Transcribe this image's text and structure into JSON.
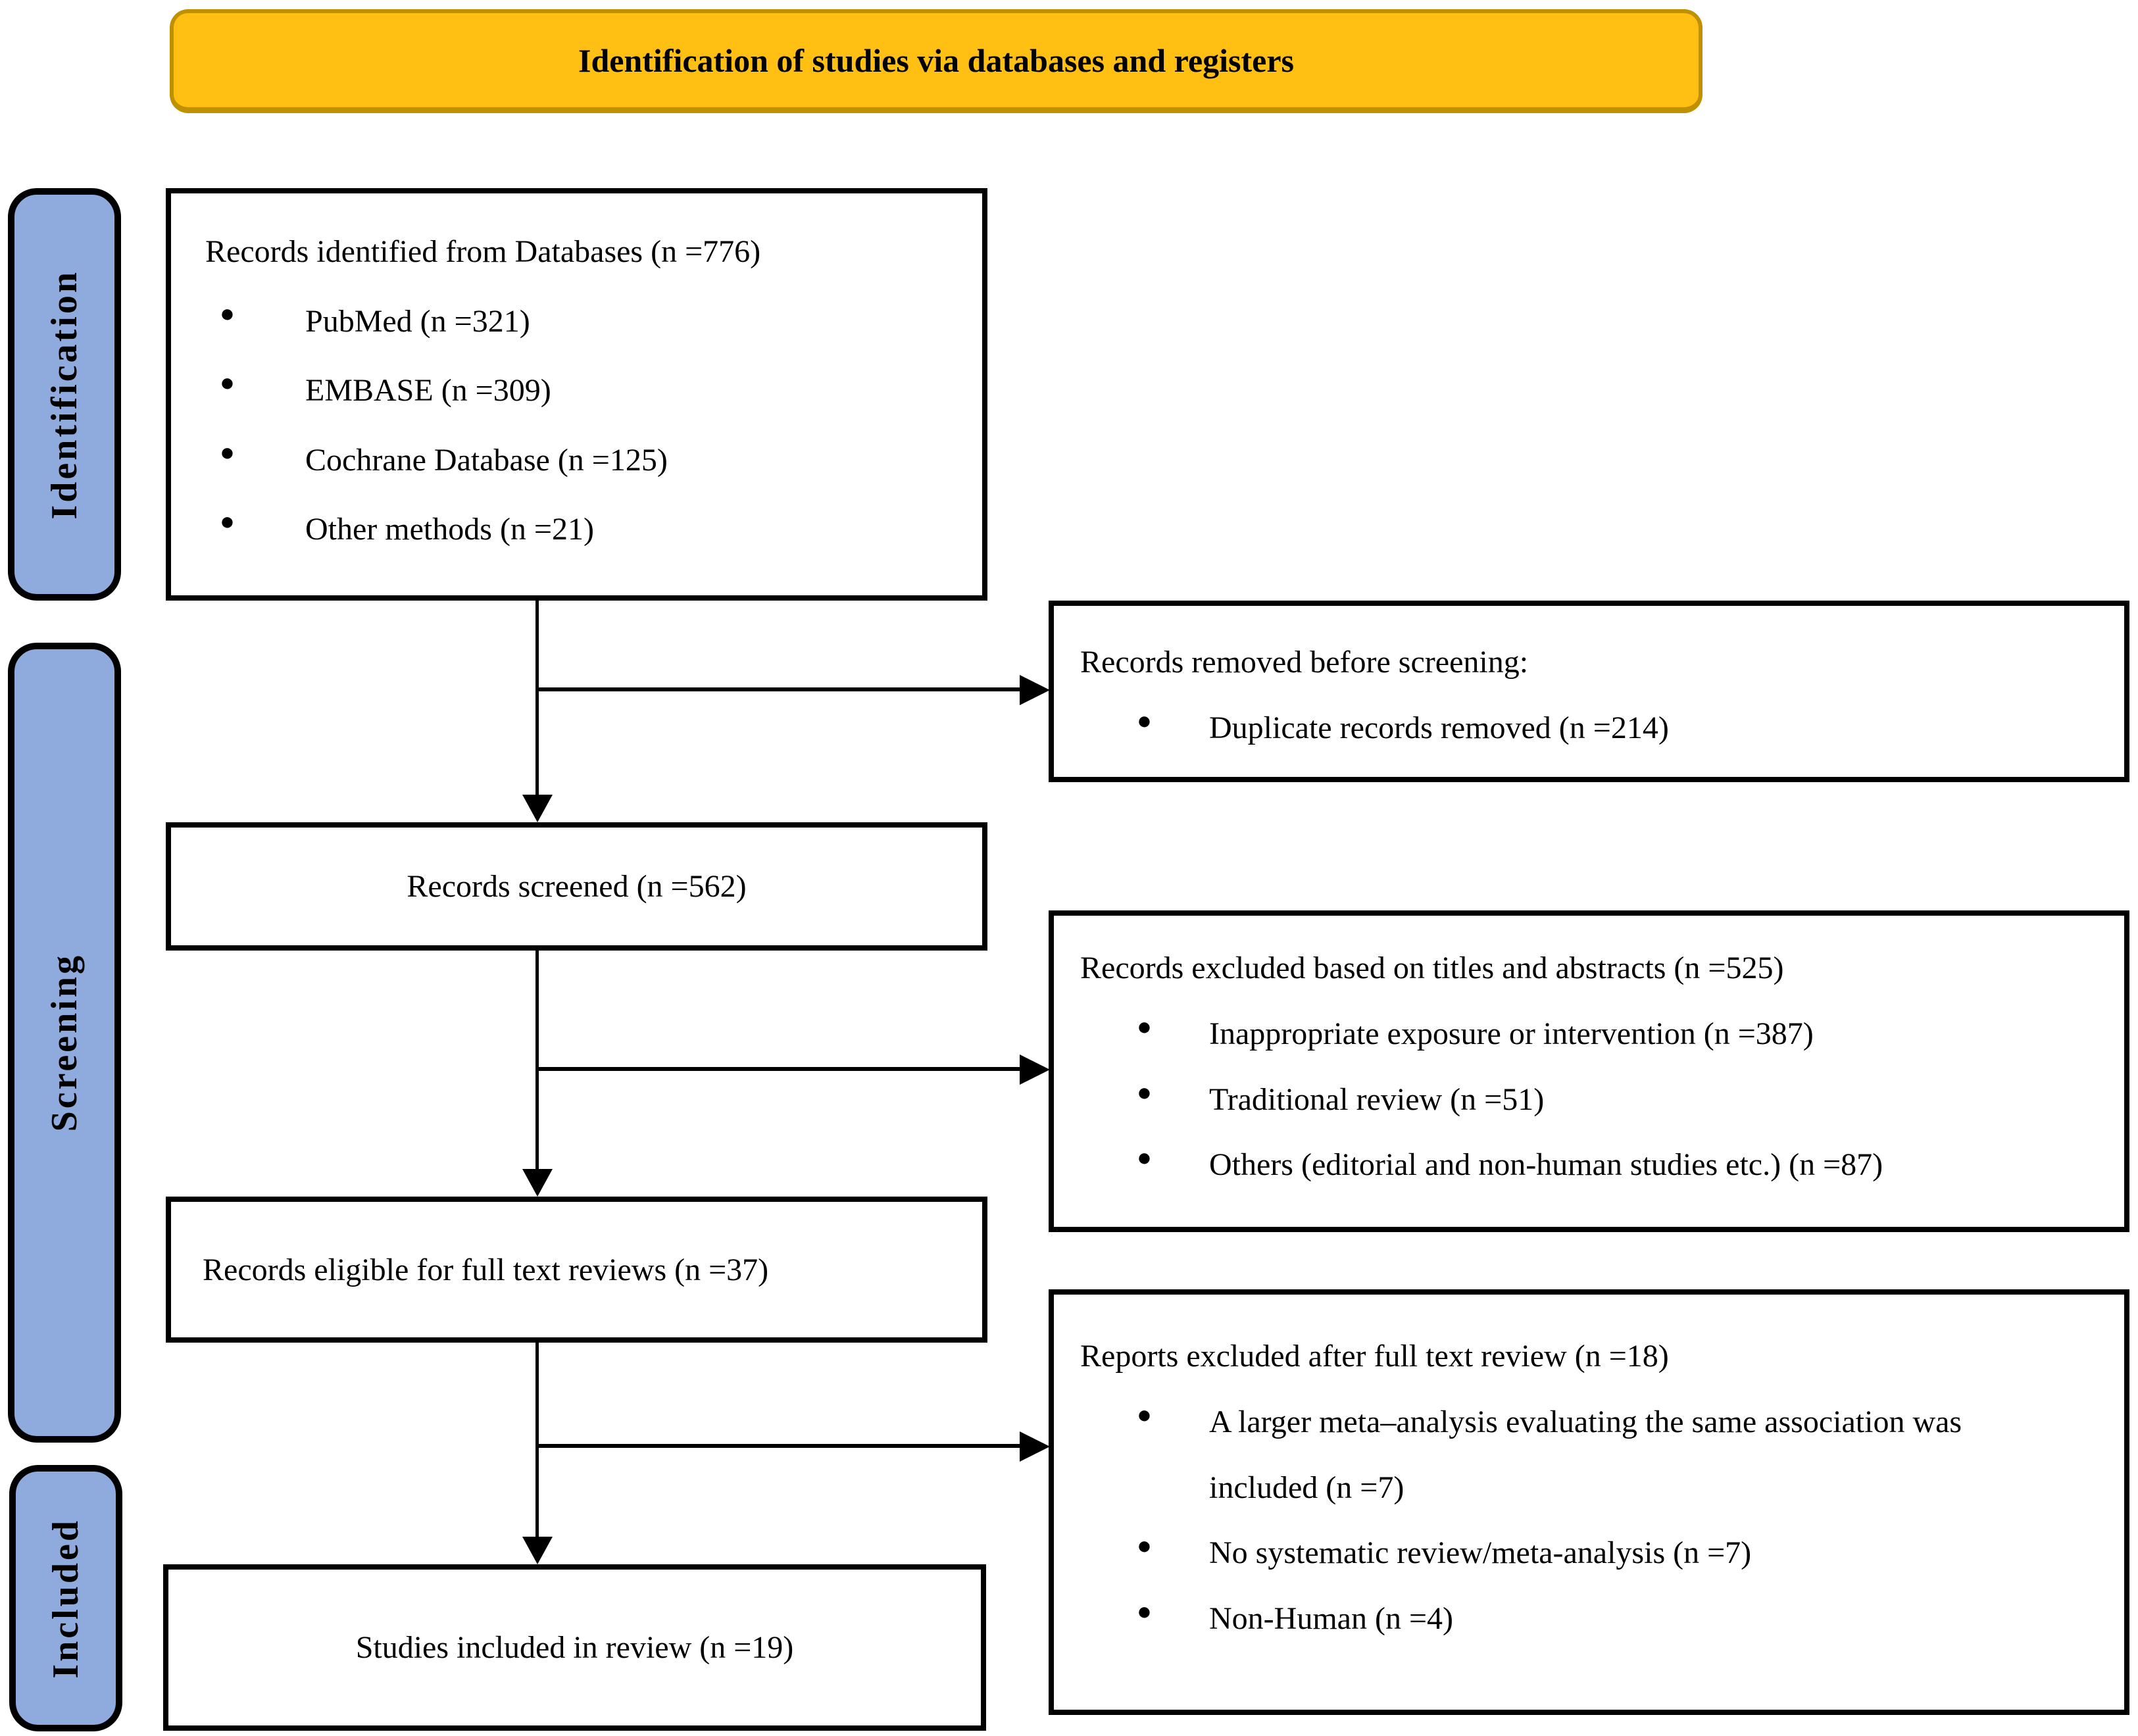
{
  "header": {
    "title": "Identification of studies via databases and registers"
  },
  "stages": {
    "identification": "Identification",
    "screening": "Screening",
    "included": "Included"
  },
  "flow": {
    "identified": {
      "title": "Records identified from Databases (n =776)",
      "bullets": [
        "PubMed (n =321)",
        "EMBASE (n =309)",
        "Cochrane Database (n =125)",
        "Other methods (n =21)"
      ]
    },
    "screened": {
      "title": "Records screened (n =562)"
    },
    "eligible": {
      "title": "Records eligible for full text reviews (n =37)"
    },
    "included": {
      "title": "Studies included in review (n =19)"
    }
  },
  "exclusions": {
    "removed_before_screening": {
      "title": "Records removed before screening:",
      "bullets": [
        "Duplicate records removed (n =214)"
      ]
    },
    "excluded_titles_abstracts": {
      "title": "Records excluded based on titles and abstracts (n =525)",
      "bullets": [
        "Inappropriate exposure or intervention (n =387)",
        "Traditional review (n =51)",
        "Others (editorial and non-human studies etc.) (n =87)"
      ]
    },
    "excluded_full_text": {
      "title": "Reports excluded after full text review (n =18)",
      "bullets": [
        "A larger meta–analysis evaluating the same association was included (n =7)",
        "No systematic review/meta-analysis (n =7)",
        "Non-Human (n =4)"
      ]
    }
  },
  "icons": {
    "bullet": "●"
  },
  "colors": {
    "banner_fill": "#FFC013",
    "banner_border": "#BF9000",
    "stage_fill": "#8FAADC",
    "box_border": "#000000",
    "text": "#000000"
  }
}
